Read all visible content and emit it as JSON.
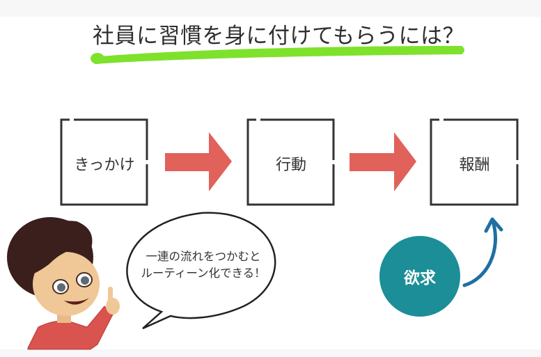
{
  "title": "社員に習慣を身に付けてもらうには？",
  "flow": {
    "steps": [
      {
        "label": "きっかけ"
      },
      {
        "label": "行動"
      },
      {
        "label": "報酬"
      }
    ],
    "arrow_color": "#e0625a",
    "box_border_color": "#333333"
  },
  "speech_bubble": {
    "line1": "一連の流れをつかむと",
    "line2": "ルーティーン化できる！"
  },
  "need_circle": {
    "label": "欲求",
    "color": "#1b8e97"
  },
  "colors": {
    "highlight": "#7ee22c",
    "curve_arrow": "#1f6fa3"
  },
  "character": {
    "description": "woman-pointing-up"
  }
}
